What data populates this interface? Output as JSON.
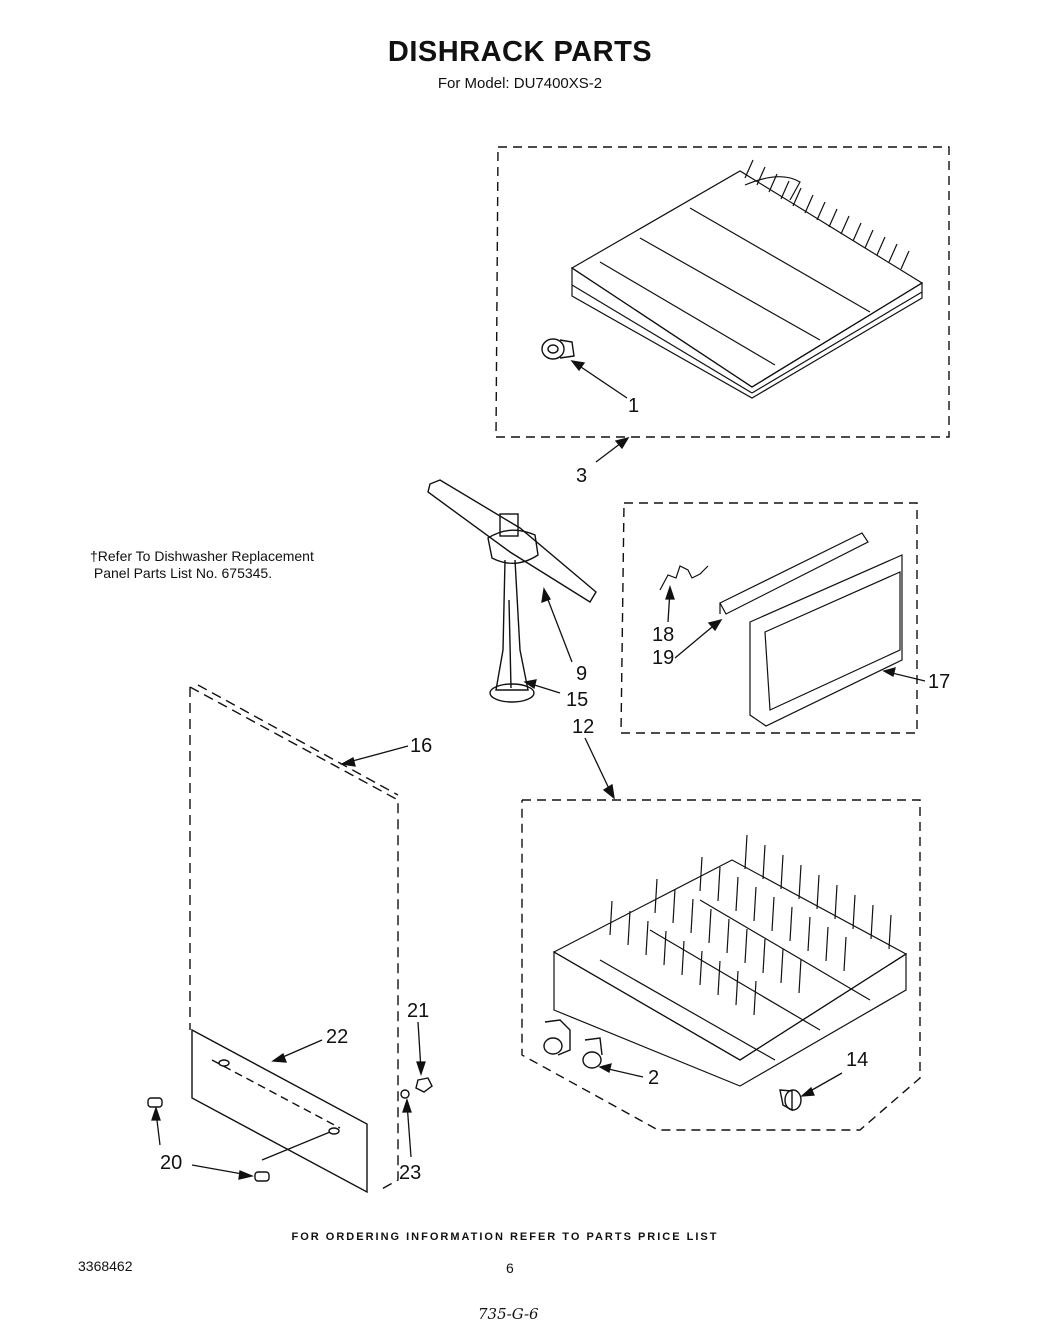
{
  "header": {
    "title": "DISHRACK PARTS",
    "subtitle": "For Model: DU7400XS-2"
  },
  "note": "†Refer To Dishwasher Replacement\n Panel Parts List No. 675345.",
  "callouts": {
    "c1": "1",
    "c2": "2",
    "c3": "3",
    "c9": "9",
    "c12": "12",
    "c14": "14",
    "c15": "15",
    "c16": "16",
    "c17": "17",
    "c18": "18",
    "c19": "19",
    "c20": "20",
    "c21": "21",
    "c22": "22",
    "c23": "23"
  },
  "footer": {
    "ordering": "FOR ORDERING INFORMATION REFER TO PARTS PRICE LIST",
    "doc_number": "3368462",
    "page_number": "6",
    "handwritten_code": "735-G-6"
  }
}
